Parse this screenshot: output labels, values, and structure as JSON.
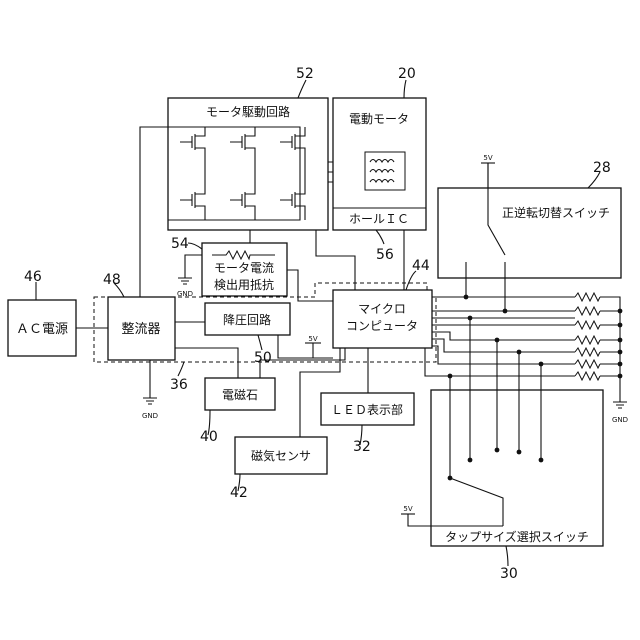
{
  "labels": {
    "ac_power": "ＡＣ電源",
    "rectifier": "整流器",
    "motor_drive": "モータ駆動回路",
    "motor": "電動モータ",
    "hall_ic": "ホールＩＣ",
    "current_res_1": "モータ電流",
    "current_res_2": "検出用抵抗",
    "step_down": "降圧回路",
    "mcu_1": "マイクロ",
    "mcu_2": "コンピュータ",
    "electromagnet": "電磁石",
    "led": "ＬＥＤ表示部",
    "mag_sensor": "磁気センサ",
    "dir_switch": "正逆転切替スイッチ",
    "tap_switch": "タップサイズ選択スイッチ",
    "gnd": "GND",
    "v5": "5V"
  },
  "refs": {
    "r46": "46",
    "r48": "48",
    "r52": "52",
    "r20": "20",
    "r28": "28",
    "r54": "54",
    "r56": "56",
    "r44": "44",
    "r50": "50",
    "r36": "36",
    "r40": "40",
    "r32": "32",
    "r42": "42",
    "r30": "30"
  }
}
